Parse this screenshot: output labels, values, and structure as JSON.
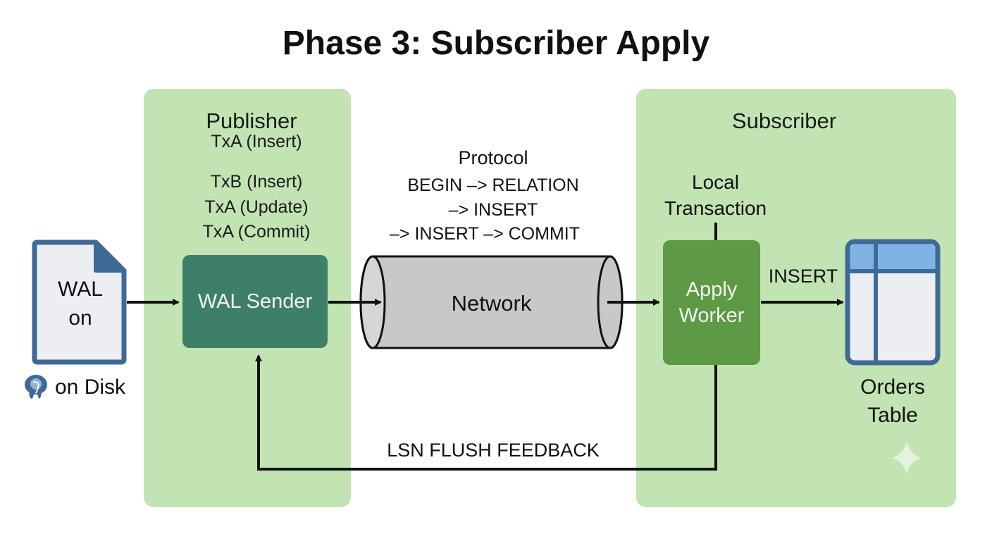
{
  "title": "Phase 3: Subscriber Apply",
  "publisher": {
    "title": "Publisher",
    "transactions": [
      "TxA (Insert)",
      "TxB (Insert)",
      "TxA (Update)",
      "TxA (Commit)"
    ],
    "wal_sender_label": "WAL Sender"
  },
  "wal_file": {
    "label_line1": "WAL",
    "label_line2": "on",
    "caption": "on Disk",
    "icon": "postgres-elephant-icon"
  },
  "protocol": {
    "title": "Protocol",
    "lines": [
      "BEGIN –> RELATION",
      "–> INSERT",
      "–> INSERT –> COMMIT"
    ]
  },
  "network": {
    "label": "Network"
  },
  "subscriber": {
    "title": "Subscriber",
    "local_transaction_line1": "Local",
    "local_transaction_line2": "Transaction",
    "apply_worker_line1": "Apply",
    "apply_worker_line2": "Worker",
    "insert_label": "INSERT",
    "table_label_line1": "Orders",
    "table_label_line2": "Table",
    "table_icon": "table-icon"
  },
  "feedback": {
    "label": "LSN FLUSH FEEDBACK"
  },
  "colors": {
    "panel_bg": "#c1e4b2",
    "wal_sender": "#3e7f6a",
    "apply_worker": "#5e9945",
    "file_border": "#3f6a96",
    "file_fill": "#eceef1",
    "table_header": "#7fb3e6",
    "network": "#c8c8c8"
  }
}
